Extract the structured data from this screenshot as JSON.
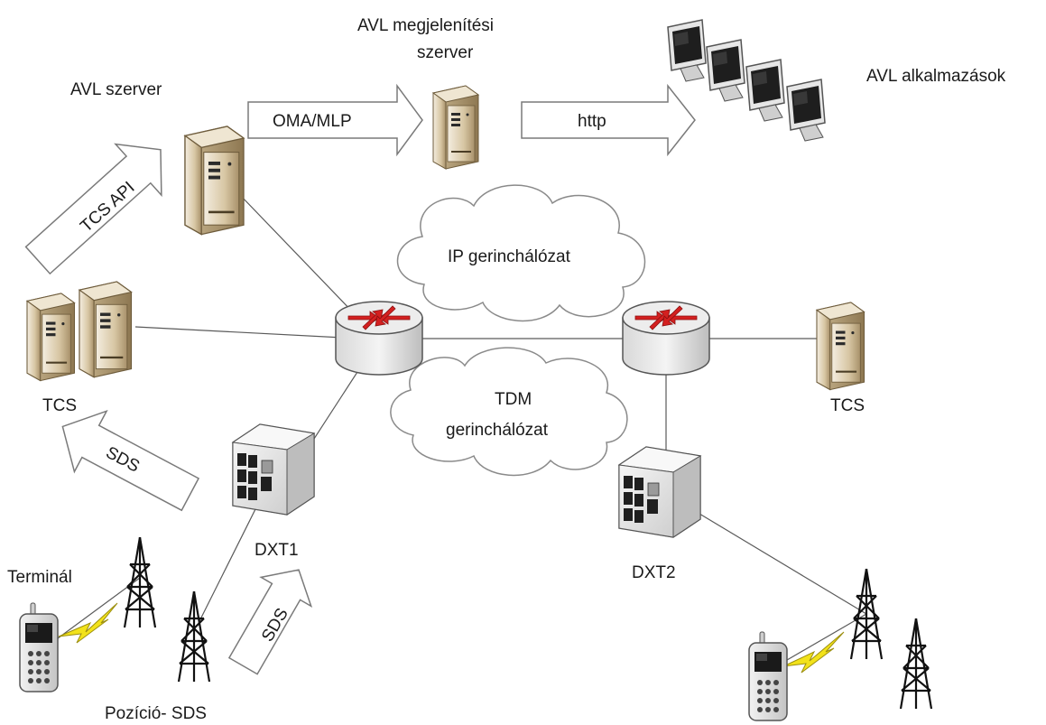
{
  "labels": {
    "avl_server": "AVL szerver",
    "avl_display_server_line1": "AVL megjelenítési",
    "avl_display_server_line2": "szerver",
    "avl_apps": "AVL alkalmazások",
    "oma_mlp": "OMA/MLP",
    "http": "http",
    "tcs_api": "TCS API",
    "ip_backbone": "IP gerinchálózat",
    "tdm_line1": "TDM",
    "tdm_line2": "gerinchálózat",
    "tcs_left": "TCS",
    "tcs_right": "TCS",
    "sds_left": "SDS",
    "sds_bottom": "SDS",
    "dxt1": "DXT1",
    "dxt2": "DXT2",
    "terminal": "Terminál",
    "position_sds": "Pozíció- SDS"
  },
  "icons": [
    "server-icon",
    "monitor-icon",
    "router-icon",
    "switch-icon",
    "tower-icon",
    "phone-icon",
    "cloud-icon",
    "arrow-icon"
  ],
  "colors": {
    "router_arrow": "#d42020",
    "lightning": "#f2e21a",
    "server_body": "#d8c7a5",
    "screen": "#2a2a2a"
  }
}
